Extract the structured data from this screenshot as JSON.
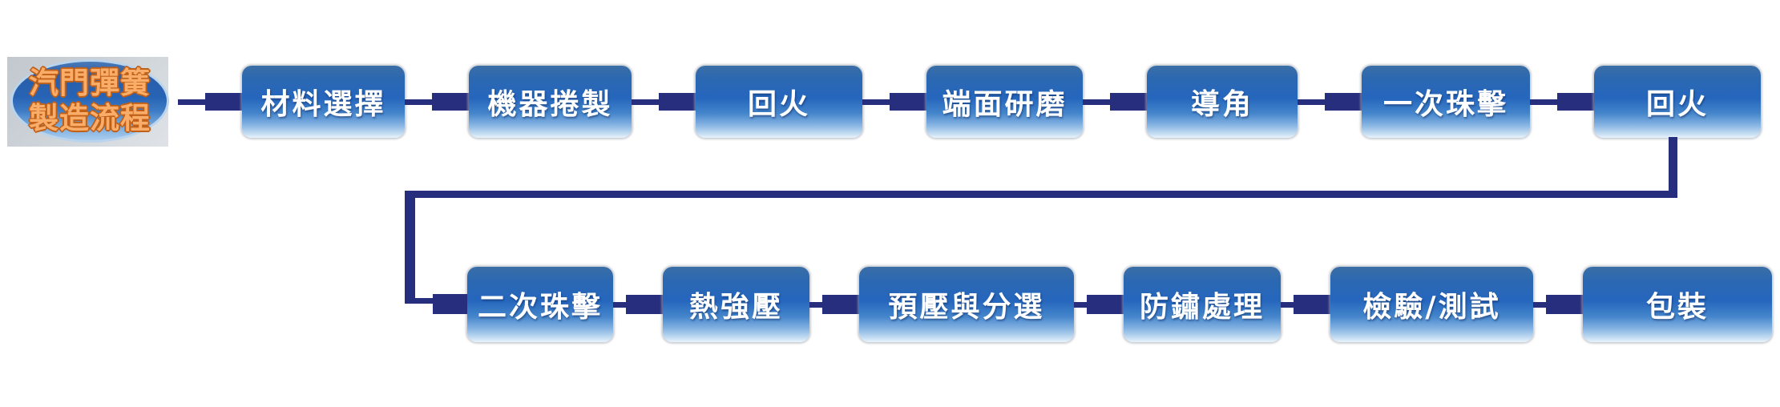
{
  "flowchart": {
    "start": {
      "line1": "汽門彈簧",
      "line2": "製造流程"
    },
    "rows": [
      {
        "steps": [
          "材料選擇",
          "機器捲製",
          "回火",
          "端面研磨",
          "導角",
          "一次珠擊",
          "回火"
        ]
      },
      {
        "steps": [
          "二次珠擊",
          "熱強壓",
          "預壓與分選",
          "防鏽處理",
          "檢驗/測試",
          "包裝"
        ]
      }
    ],
    "colors": {
      "connector_navy": "#272e7d",
      "box_blue": "#2566bd",
      "box_text": "#ffffff",
      "start_text_orange": "#f9ad68",
      "start_text_outline": "#bf5f18",
      "backdrop_gray": "#c8ced4"
    }
  }
}
